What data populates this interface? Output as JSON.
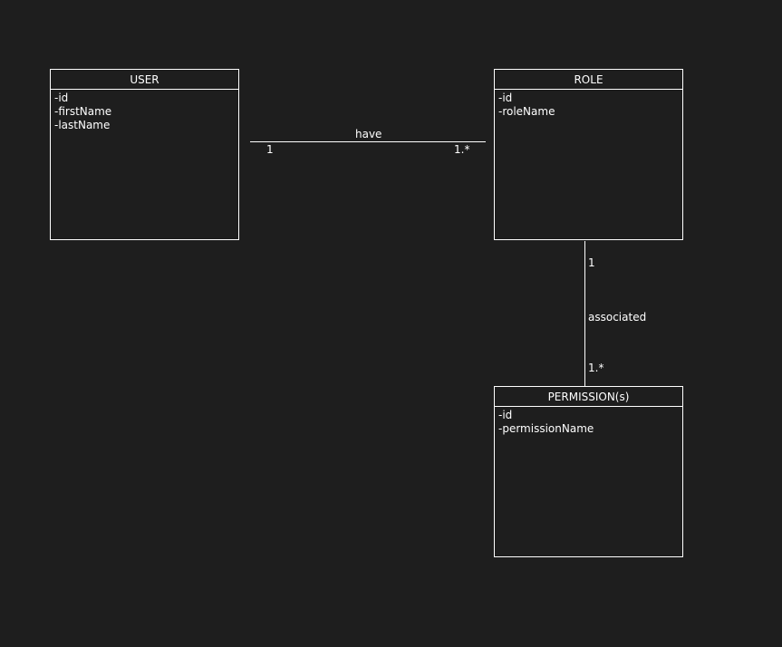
{
  "classes": {
    "user": {
      "name": "USER",
      "attributes": [
        "-id",
        "-firstName",
        "-lastName"
      ]
    },
    "role": {
      "name": "ROLE",
      "attributes": [
        "-id",
        "-roleName"
      ]
    },
    "permission": {
      "name": "PERMISSION(s)",
      "attributes": [
        "-id",
        "-permissionName"
      ]
    }
  },
  "associations": {
    "user_role": {
      "label": "have",
      "source_multiplicity": "1",
      "target_multiplicity": "1.*"
    },
    "role_permission": {
      "label": "associated",
      "source_multiplicity": "1",
      "target_multiplicity": "1.*"
    }
  },
  "colors": {
    "background": "#1e1e1e",
    "stroke": "#ffffff",
    "text": "#ffffff"
  }
}
